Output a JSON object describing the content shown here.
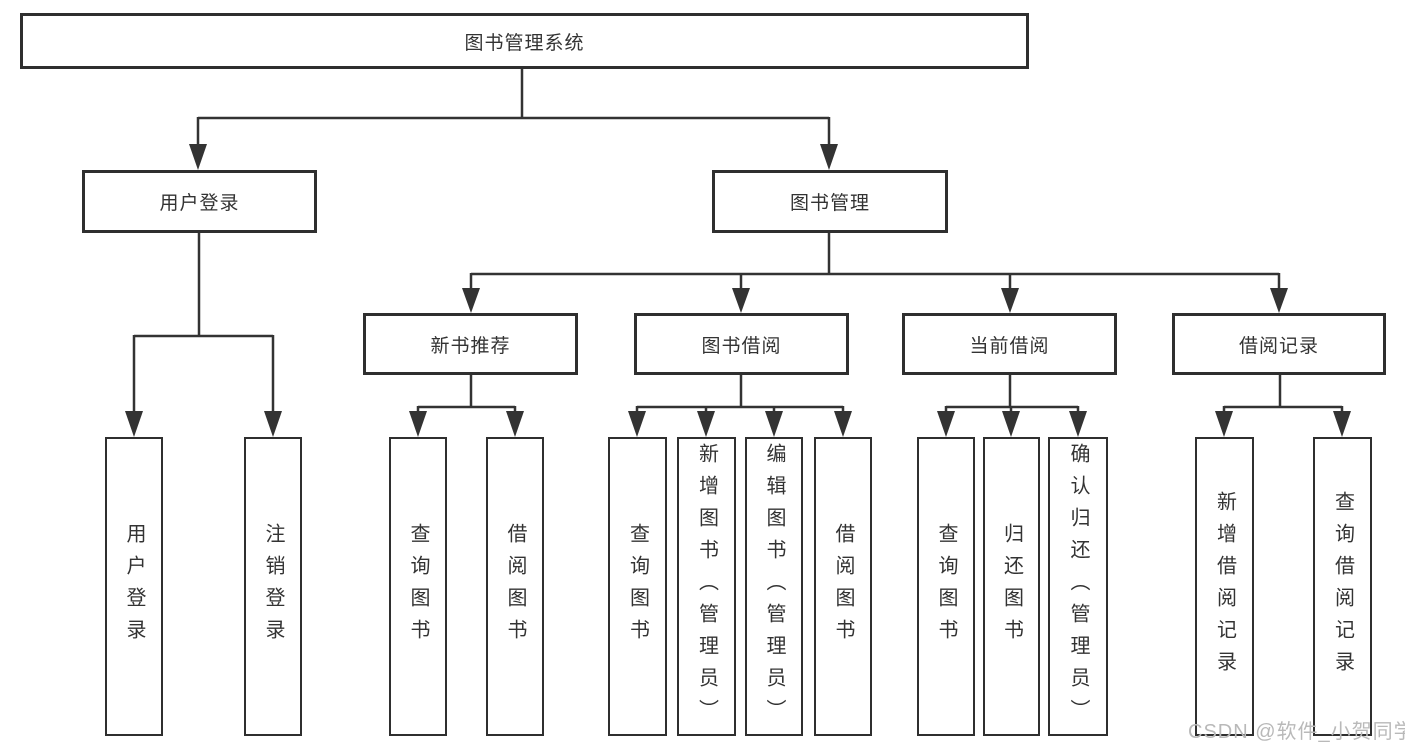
{
  "diagram": {
    "title": "图书管理系统",
    "type": "functional-structure-tree",
    "nodes": {
      "root": {
        "label": "图书管理系统"
      },
      "level2": [
        {
          "id": "user-login",
          "label": "用户登录"
        },
        {
          "id": "book-management",
          "label": "图书管理"
        }
      ],
      "level3": [
        {
          "id": "new-book-recommend",
          "label": "新书推荐",
          "parent": "图书管理"
        },
        {
          "id": "book-borrowing",
          "label": "图书借阅",
          "parent": "图书管理"
        },
        {
          "id": "current-borrowing",
          "label": "当前借阅",
          "parent": "图书管理"
        },
        {
          "id": "borrowing-records",
          "label": "借阅记录",
          "parent": "图书管理"
        }
      ],
      "leaves_user": [
        {
          "label": "用户登录"
        },
        {
          "label": "注销登录"
        }
      ],
      "leaves_recommend": [
        {
          "label": "查询图书"
        },
        {
          "label": "借阅图书"
        }
      ],
      "leaves_borrow": [
        {
          "label": "查询图书"
        },
        {
          "label": "新增图书（管理员）"
        },
        {
          "label": "编辑图书（管理员）"
        },
        {
          "label": "借阅图书"
        }
      ],
      "leaves_current": [
        {
          "label": "查询图书"
        },
        {
          "label": "归还图书"
        },
        {
          "label": "确认归还（管理员）"
        }
      ],
      "leaves_records": [
        {
          "label": "新增借阅记录"
        },
        {
          "label": "查询借阅记录"
        }
      ]
    },
    "colors": {
      "line": "#333333",
      "box_border": "#2f2f2f",
      "box_fill": "#ffffff",
      "text": "#333333",
      "watermark_text": "#b9b9b9"
    },
    "watermark": "CSDN @软件_小贺同学"
  }
}
